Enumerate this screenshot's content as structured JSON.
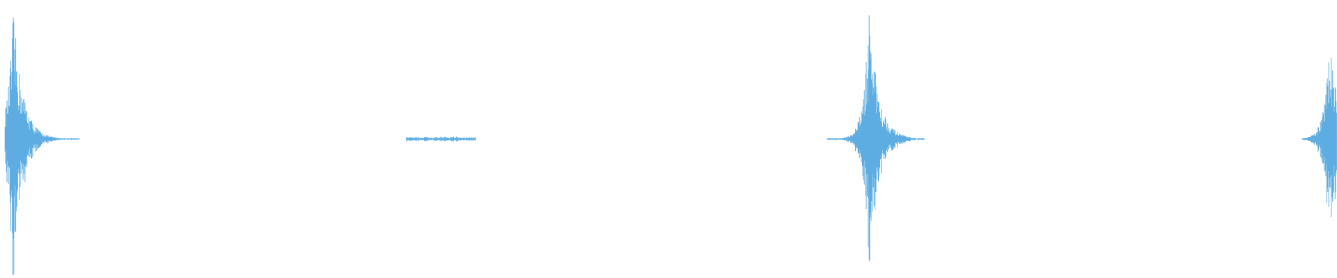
{
  "waveform": {
    "color": "#5dade2",
    "background": "#ffffff",
    "bursts": [
      {
        "label": "burst-1",
        "center_fraction": 0.01,
        "amplitude": 0.95,
        "tail": "right"
      },
      {
        "label": "burst-2",
        "center_fraction": 0.33,
        "amplitude": 0.02,
        "tail": "flat"
      },
      {
        "label": "burst-3",
        "center_fraction": 0.65,
        "amplitude": 0.95,
        "tail": "both"
      },
      {
        "label": "burst-4",
        "center_fraction": 0.995,
        "amplitude": 0.78,
        "tail": "left"
      }
    ]
  }
}
